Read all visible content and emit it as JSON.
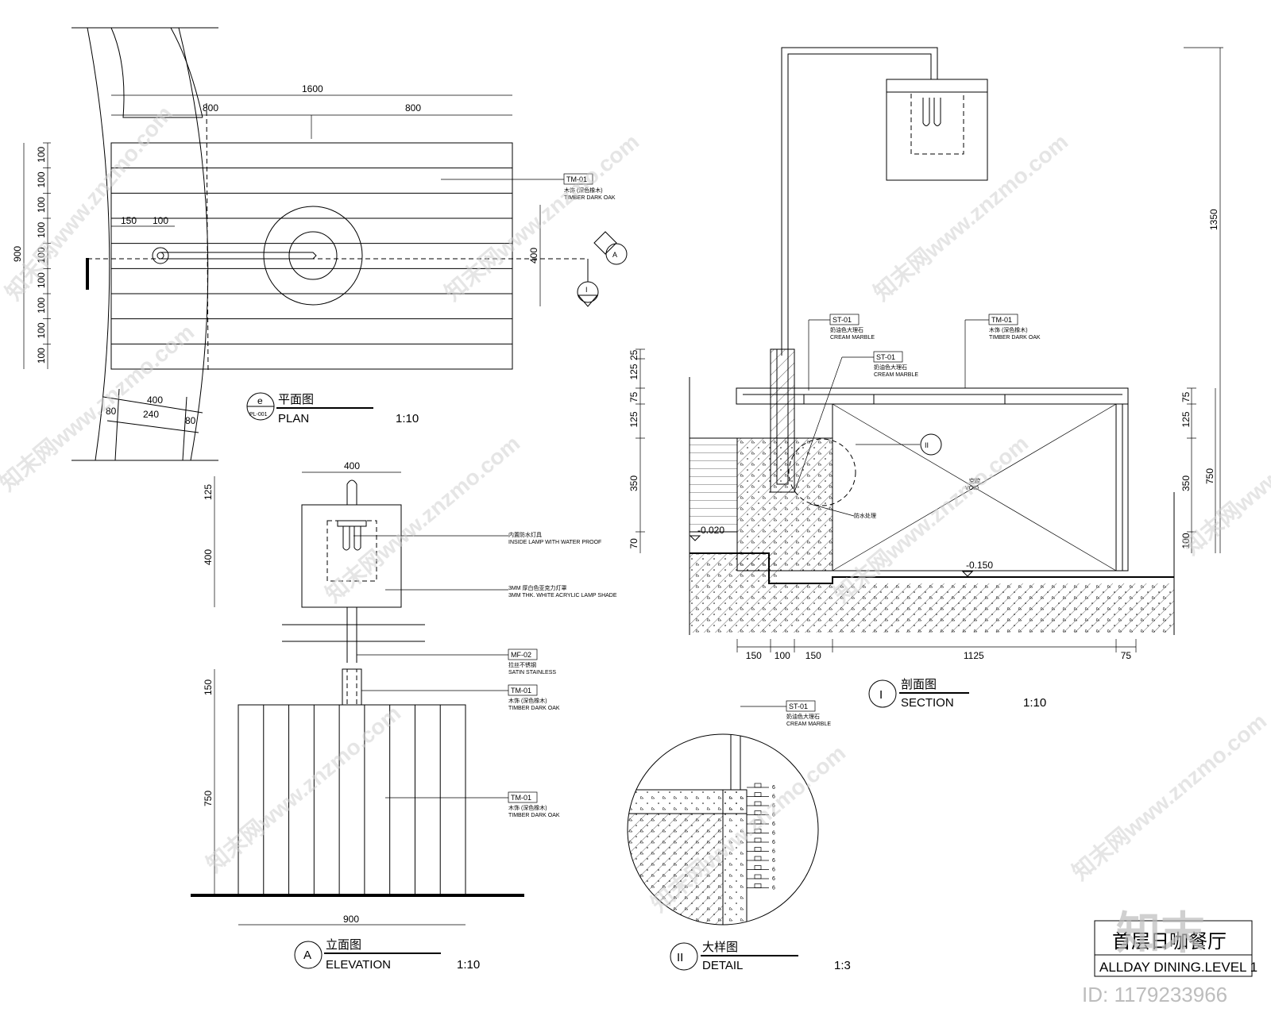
{
  "plan": {
    "dims": {
      "overall_width": "1600",
      "half_left": "800",
      "half_right": "800",
      "height": "900",
      "slats": [
        "100",
        "100",
        "100",
        "100",
        "100",
        "100",
        "100",
        "100",
        "100"
      ],
      "offset_a": "150",
      "offset_b": "100",
      "depth": "400",
      "bottom_total": "400",
      "bottom_a": "80",
      "bottom_b": "240",
      "bottom_c": "80"
    },
    "tag": {
      "code": "TM-01",
      "cn": "木饰 (深色橡木)",
      "en": "TIMBER DARK OAK"
    },
    "section_marker": "A",
    "section_marker2": "I",
    "title": {
      "id": "e",
      "ref": "PL-001",
      "cn": "平面图",
      "en": "PLAN",
      "scale": "1:10"
    }
  },
  "elevation": {
    "dims": {
      "width_top": "400",
      "top_a": "125",
      "top_b": "400",
      "low_a": "150",
      "low_b": "750",
      "width_bottom": "900"
    },
    "notes": [
      {
        "cn": "内置防水灯具",
        "en": "INSIDE LAMP WITH WATER PROOF"
      },
      {
        "cn": "3MM 厚白色亚克力灯罩",
        "en": "3MM THK. WHITE ACRYLIC LAMP SHADE"
      }
    ],
    "tag_mf": {
      "code": "MF-02",
      "cn": "拉丝不锈钢",
      "en": "SATIN STAINLESS"
    },
    "tag_tm_a": {
      "code": "TM-01",
      "cn": "木饰 (深色橡木)",
      "en": "TIMBER DARK OAK"
    },
    "tag_tm_b": {
      "code": "TM-01",
      "cn": "木饰 (深色橡木)",
      "en": "TIMBER DARK OAK"
    },
    "title": {
      "id": "A",
      "cn": "立面图",
      "en": "ELEVATION",
      "scale": "1:10"
    }
  },
  "section": {
    "dims": {
      "left_v": [
        "25",
        "125",
        "75",
        "125",
        "350",
        "70"
      ],
      "right_v": [
        "75",
        "125",
        "350",
        "100"
      ],
      "right_total": "750",
      "height_total": "1350",
      "bottom": [
        "150",
        "100",
        "150",
        "1125",
        "75"
      ]
    },
    "levels": {
      "left": "-0.020",
      "bottom": "-0.150"
    },
    "void": {
      "cn": "空腔",
      "en": "VOID"
    },
    "tag_st_a": {
      "code": "ST-01",
      "cn": "奶油色大理石",
      "en": "CREAM MARBLE"
    },
    "tag_st_b": {
      "code": "ST-01",
      "cn": "奶油色大理石",
      "en": "CREAM MARBLE"
    },
    "tag_tm": {
      "code": "TM-01",
      "cn": "木饰 (深色橡木)",
      "en": "TIMBER DARK OAK"
    },
    "leader_note": "防水处理",
    "detail_ref": "II",
    "title": {
      "id": "I",
      "cn": "剖面图",
      "en": "SECTION",
      "scale": "1:10"
    }
  },
  "detail": {
    "tag": {
      "code": "ST-01",
      "cn": "奶油色大理石",
      "en": "CREAM MARBLE"
    },
    "ticks": [
      "6",
      "6",
      "6",
      "6",
      "6",
      "6",
      "6",
      "6",
      "6",
      "6",
      "6",
      "6"
    ],
    "title": {
      "id": "II",
      "cn": "大样图",
      "en": "DETAIL",
      "scale": "1:3"
    }
  },
  "titleblock": {
    "cn": "首层日咖餐厅",
    "en": "ALLDAY DINING.LEVEL 1"
  },
  "watermark": {
    "text": "知末网www.znzmo.com",
    "corner_logo": "知末",
    "id_label": "ID: 1179233966"
  }
}
